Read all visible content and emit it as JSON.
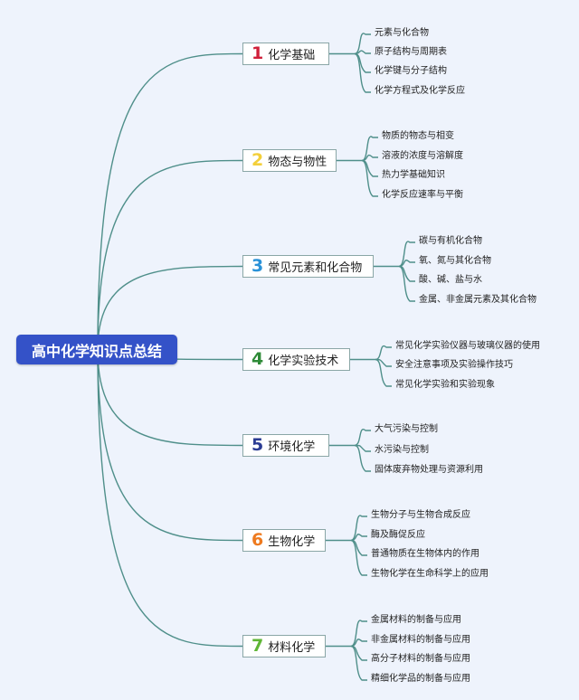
{
  "root": {
    "title": "高中化学知识点总结"
  },
  "branches": [
    {
      "number": "1",
      "label": "化学基础",
      "color": "#d0203a",
      "items": [
        "元素与化合物",
        "原子结构与周期表",
        "化学键与分子结构",
        "化学方程式及化学反应"
      ]
    },
    {
      "number": "2",
      "label": "物态与物性",
      "color": "#f3cf3a",
      "items": [
        "物质的物态与相变",
        "溶液的浓度与溶解度",
        "热力学基础知识",
        "化学反应速率与平衡"
      ]
    },
    {
      "number": "3",
      "label": "常见元素和化合物",
      "color": "#2a92d8",
      "items": [
        "碳与有机化合物",
        "氧、氮与其化合物",
        "酸、碱、盐与水",
        "金属、非金属元素及其化合物"
      ]
    },
    {
      "number": "4",
      "label": "化学实验技术",
      "color": "#2e8a37",
      "items": [
        "常见化学实验仪器与玻璃仪器的使用",
        "安全注意事项及实验操作技巧",
        "常见化学实验和实验现象"
      ]
    },
    {
      "number": "5",
      "label": "环境化学",
      "color": "#2b3c93",
      "items": [
        "大气污染与控制",
        "水污染与控制",
        "固体废弃物处理与资源利用"
      ]
    },
    {
      "number": "6",
      "label": "生物化学",
      "color": "#ee7a1f",
      "items": [
        "生物分子与生物合成反应",
        "酶及酶促反应",
        "普通物质在生物体内的作用",
        "生物化学在生命科学上的应用"
      ]
    },
    {
      "number": "7",
      "label": "材料化学",
      "color": "#5fb636",
      "items": [
        "金属材料的制备与应用",
        "非金属材料的制备与应用",
        "高分子材料的制备与应用",
        "精细化学品的制备与应用"
      ]
    }
  ],
  "colors": {
    "line": "#4f8f8a",
    "root_bg": "#3452c8",
    "background": "#eef3fc"
  }
}
